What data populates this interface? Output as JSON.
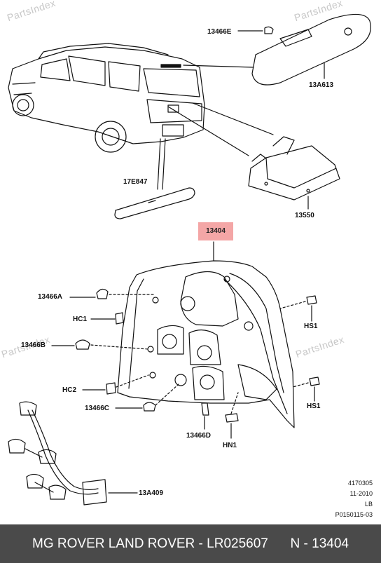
{
  "watermark": "PartsIndex",
  "labels": {
    "bulb_high_stop": "13466E",
    "high_stop_lamp": "13A613",
    "reflector": "17E847",
    "plate_lamp": "13550",
    "tail_lamp": "13404",
    "bulb_a": "13466A",
    "clip_hc1": "HC1",
    "bulb_b": "13466B",
    "clip_hc2": "HC2",
    "bulb_c": "13466C",
    "bulb_d": "13466D",
    "nut_hn1": "HN1",
    "screw_hs1_top": "HS1",
    "screw_hs1_bottom": "HS1",
    "wiring": "13A409"
  },
  "meta": {
    "line1": "4170305",
    "line2": "11-2010",
    "line3": "LB",
    "line4": "P0150115-03"
  },
  "footer": {
    "text": "MG ROVER LAND ROVER - LR025607      N - 13404"
  },
  "colors": {
    "highlight": "#f4a6a6",
    "footer_bg": "#4a4a4a"
  }
}
